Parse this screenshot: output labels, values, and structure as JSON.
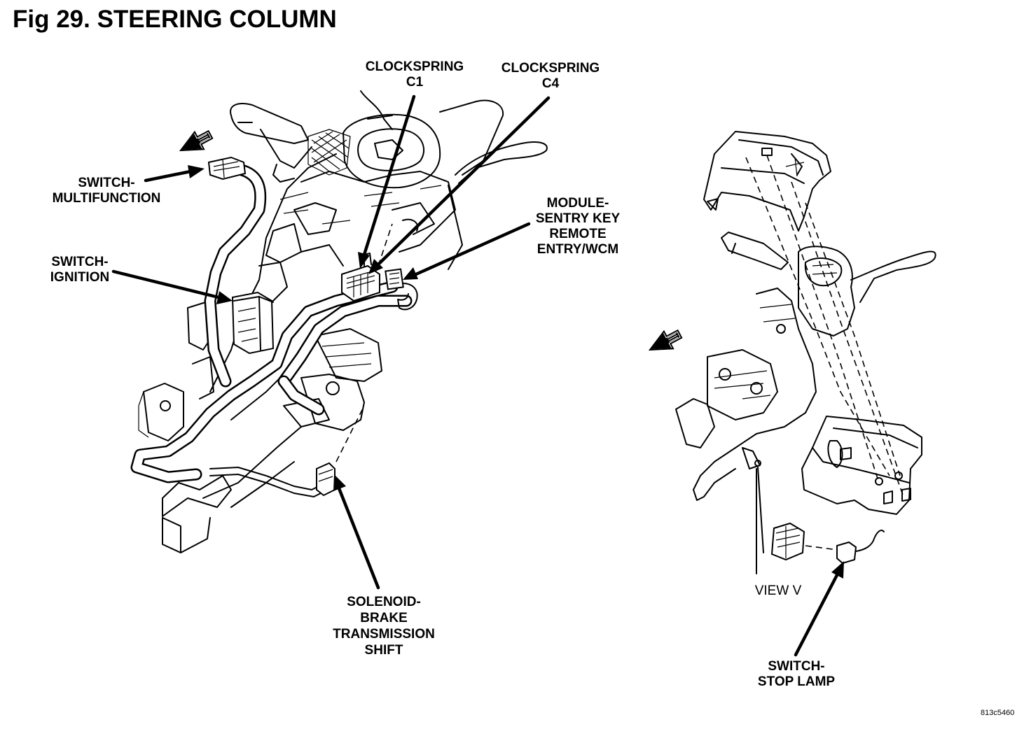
{
  "title": "Fig 29. STEERING COLUMN",
  "labels": {
    "clockspring_c1": [
      "CLOCKSPRING",
      "C1"
    ],
    "clockspring_c4": [
      "CLOCKSPRING",
      "C4"
    ],
    "switch_multifunction": [
      "SWITCH-",
      "MULTIFUNCTION"
    ],
    "switch_ignition": [
      "SWITCH-",
      "IGNITION"
    ],
    "module_sentry_key": [
      "MODULE-",
      "SENTRY KEY",
      "REMOTE",
      "ENTRY/WCM"
    ],
    "solenoid_brake": [
      "SOLENOID-",
      "BRAKE",
      "TRANSMISSION",
      "SHIFT"
    ],
    "view_v": "VIEW V",
    "switch_stop_lamp": [
      "SWITCH-",
      "STOP LAMP"
    ]
  },
  "figure_code": "813c5460"
}
